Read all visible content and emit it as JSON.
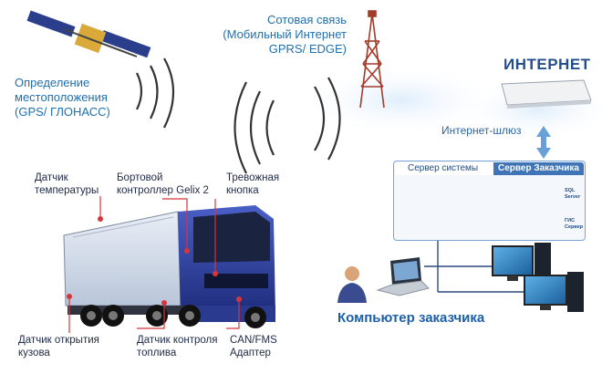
{
  "labels": {
    "gps": [
      "Определение",
      "местоположения",
      "(GPS/ ГЛОНАСС)"
    ],
    "cellular": [
      "Сотовая связь",
      "(Мобильный Интернет",
      "GPRS/ EDGE)"
    ],
    "internet": "ИНТЕРНЕТ",
    "gateway": "Интернет-шлюз",
    "system_server": "Сервер системы",
    "client_server": "Сервер Заказчика",
    "sql_server": [
      "SQL",
      "Server"
    ],
    "gis_server": [
      "ГИС",
      "Сервер"
    ],
    "client_computer": "Компьютер заказчика",
    "temp_sensor": [
      "Датчик",
      "температуры"
    ],
    "controller": [
      "Бортовой",
      "контроллер Gelix 2"
    ],
    "alarm": [
      "Тревожная",
      "кнопка"
    ],
    "body_sensor": [
      "Датчик открытия",
      "кузова"
    ],
    "fuel_sensor": [
      "Датчик контроля",
      "топлива"
    ],
    "can_adapter": [
      "CAN/FMS",
      "Адаптер"
    ]
  },
  "colors": {
    "text_dark": "#1f2a44",
    "text_blue": "#1f6fae",
    "truck_blue": "#2b3f9e",
    "accent_red": "#d7353a",
    "server_tab": "#3f74b6"
  },
  "icons": [
    "satellite-icon",
    "cell-tower-icon",
    "router-icon",
    "server-tower-icon",
    "database-icon",
    "laptop-icon",
    "user-icon",
    "desktop-computer-icon",
    "truck-icon"
  ]
}
